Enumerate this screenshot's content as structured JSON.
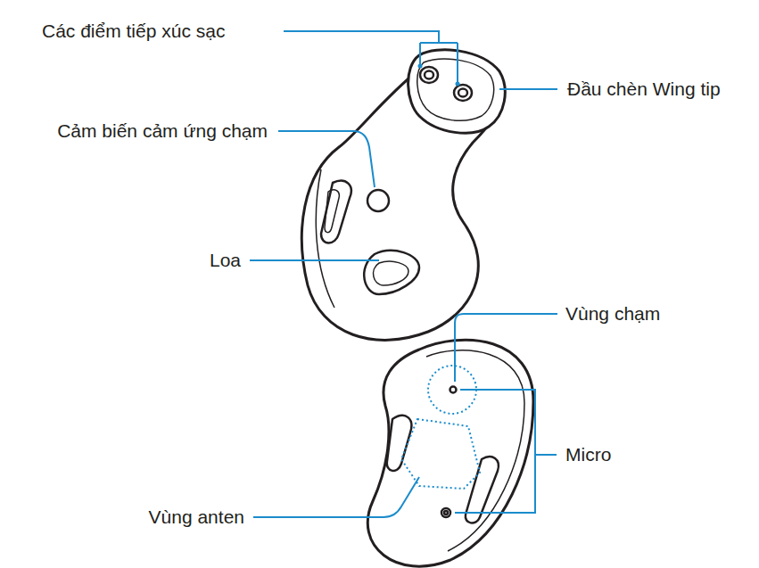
{
  "diagram": {
    "labels": [
      "Các điểm tiếp xúc sạc",
      "Đầu chèn Wing tip",
      "Cảm biến cảm ứng chạm",
      "Loa",
      "Vùng chạm",
      "Micro",
      "Vùng anten"
    ]
  }
}
